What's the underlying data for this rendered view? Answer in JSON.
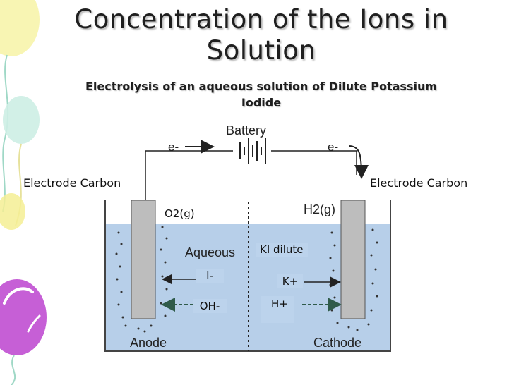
{
  "slide": {
    "title": "Concentration of the Ions in Solution",
    "subtitle": "Electrolysis of an aqueous solution of Dilute Potassium Iodide"
  },
  "diagram": {
    "battery_label": "Battery",
    "electron_left": "e-",
    "electron_right": "e-",
    "left_electrode_label": "Electrode Carbon",
    "right_electrode_label": "Electrode Carbon",
    "oxygen_label": "O2(g)",
    "hydrogen_label": "H2(g)",
    "aqueous_label": "Aqueous",
    "solution_label": "KI dilute",
    "ions": {
      "iodide": "I-",
      "hydroxide": "OH-",
      "potassium": "K+",
      "hydrogen": "H+"
    },
    "anode_label": "Anode",
    "cathode_label": "Cathode"
  },
  "colors": {
    "solution_fill": "#b7cfe9",
    "electrode_fill": "#bdbdbd",
    "label_box_fill": "#bcd3ec",
    "balloon_purple": "#c65fd6",
    "balloon_yellow": "#f4ef94",
    "balloon_teal": "#c4ece0"
  }
}
